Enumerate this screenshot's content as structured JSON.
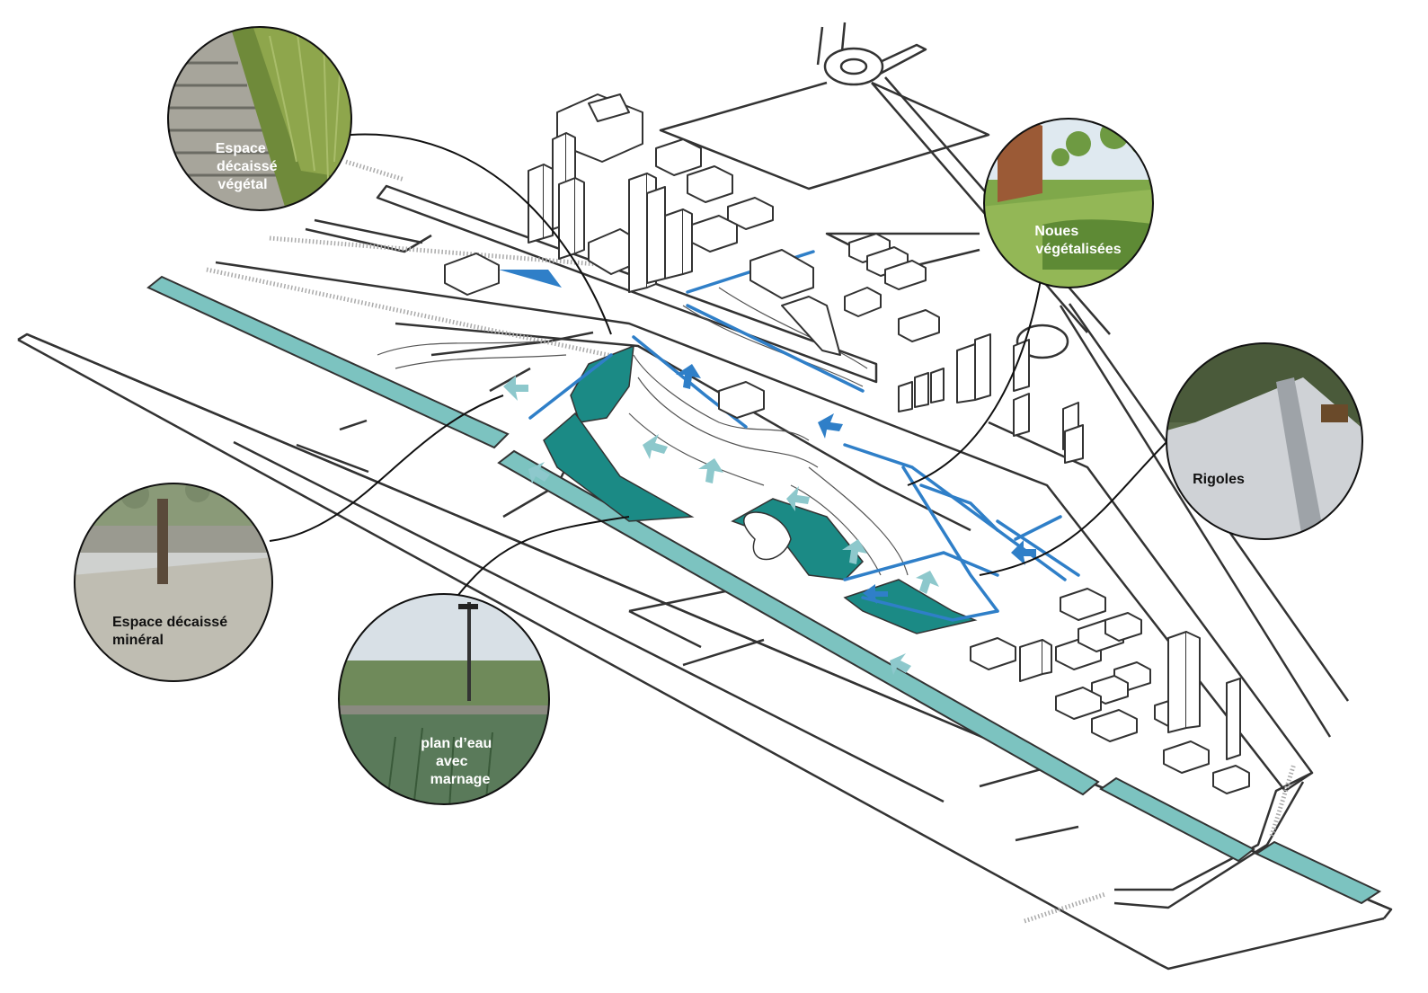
{
  "palette": {
    "canal": "#7cc3c0",
    "water": "#1b8a85",
    "flow_blue": "#2f7fc8",
    "flow_light": "#8dc8cc",
    "line": "#333333",
    "leader": "#111111",
    "building_fill": "#ffffff"
  },
  "callouts": [
    {
      "id": "espace-decaisse-vegetal",
      "lines": [
        "Espace",
        "décaissé",
        "végétal"
      ],
      "text_color": "light",
      "photo": "wooden-deck-grass"
    },
    {
      "id": "noues-vegetalisees",
      "lines": [
        "Noues",
        "végétalisées"
      ],
      "text_color": "light",
      "photo": "green-swale-park"
    },
    {
      "id": "rigoles",
      "lines": [
        "Rigoles"
      ],
      "text_color": "dark",
      "photo": "paved-path-channel"
    },
    {
      "id": "espace-decaisse-mineral",
      "lines": [
        "Espace décaissé",
        "minéral"
      ],
      "text_color": "dark",
      "photo": "sunken-plaza-tree"
    },
    {
      "id": "plan-deau-avec-marnage",
      "lines": [
        "plan d’eau",
        "avec",
        "marnage"
      ],
      "text_color": "light",
      "photo": "pond-reeds-walkway"
    }
  ],
  "icons": [
    "flow-arrow-icon",
    "roundabout-icon"
  ]
}
